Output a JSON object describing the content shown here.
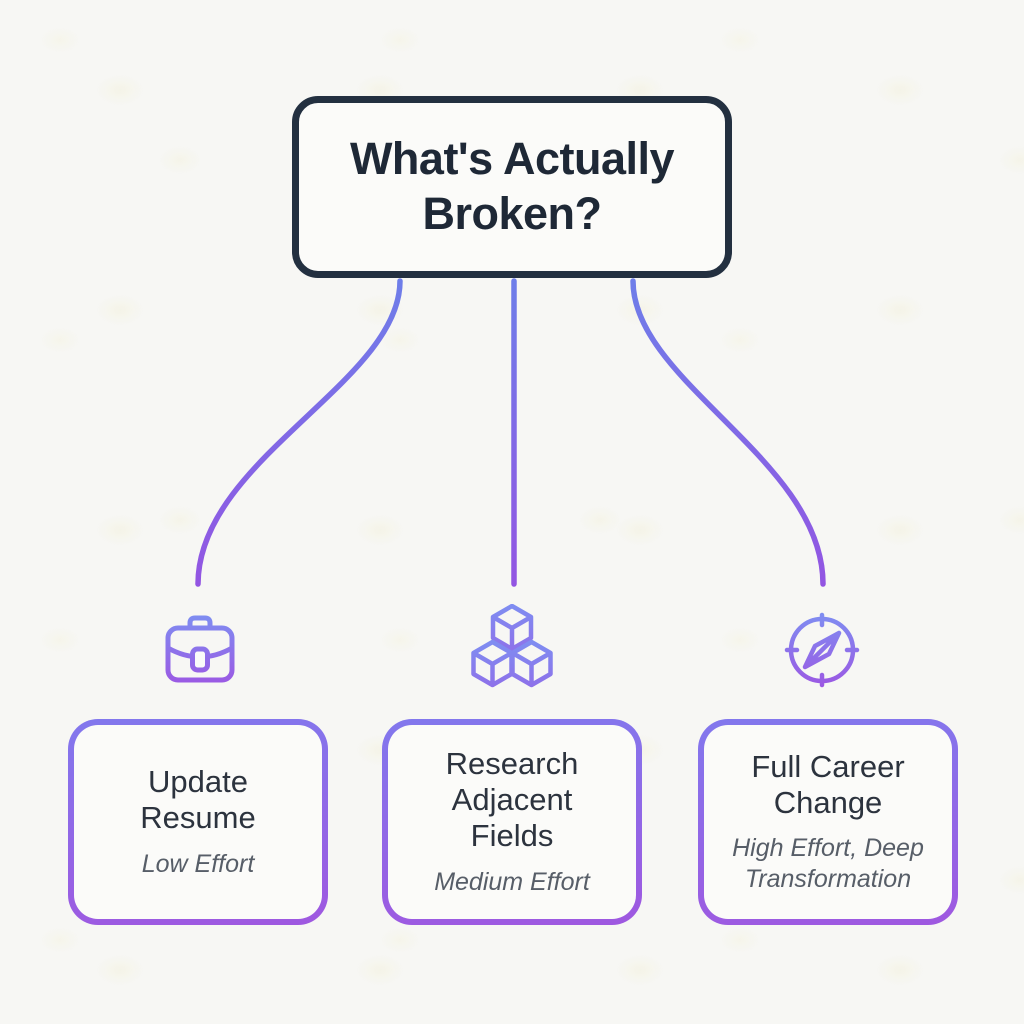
{
  "diagram": {
    "root": {
      "title": "What's Actually Broken?"
    },
    "options": [
      {
        "icon": "briefcase-icon",
        "title": "Update Resume",
        "effort": "Low Effort"
      },
      {
        "icon": "cubes-icon",
        "title": "Research Adjacent Fields",
        "effort": "Medium Effort"
      },
      {
        "icon": "compass-icon",
        "title": "Full Career Change",
        "effort": "High Effort, Deep Transformation"
      }
    ],
    "colors": {
      "background": "#f7f7f4",
      "root_border": "#233040",
      "root_text": "#1e2836",
      "card_border_gradient_start": "#8278ed",
      "card_border_gradient_end": "#9f58e0",
      "line_gradient_start": "#6e7ee9",
      "line_gradient_end": "#9355e2",
      "icon_gradient_start": "#7f8df1",
      "icon_gradient_end": "#9b59e3",
      "card_title": "#2c333e",
      "card_subtitle": "#575e68",
      "card_background": "#fbfbf9"
    }
  }
}
